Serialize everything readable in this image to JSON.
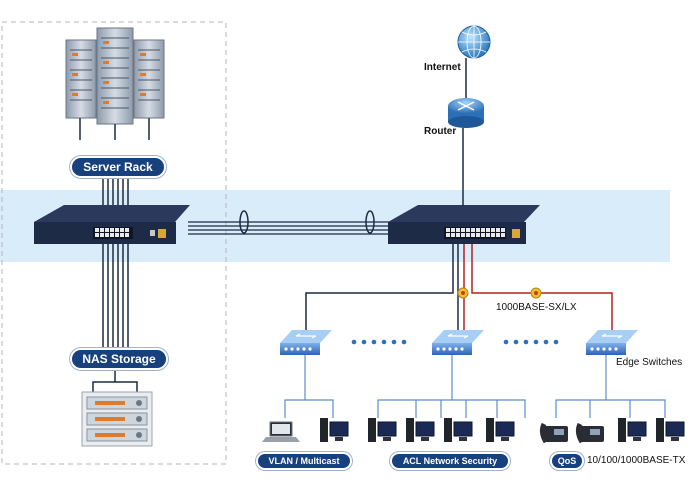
{
  "labels": {
    "server_rack": "Server Rack",
    "nas_storage": "NAS Storage",
    "internet": "Internet",
    "router": "Router",
    "fiber_link": "1000BASE-SX/LX",
    "edge_switches": "Edge Switches",
    "access_speed": "10/100/1000BASE-TX",
    "vlan": "VLAN / Multicast",
    "acl": "ACL Network Security",
    "qos": "QoS"
  },
  "colors": {
    "navy": "#17407d",
    "highlight_band": "#d9ecf9",
    "link_red": "#b22222",
    "link_dark": "#1c2a44",
    "access_blue": "#5b8ec9",
    "switch_blue": "#3f7bd0"
  }
}
